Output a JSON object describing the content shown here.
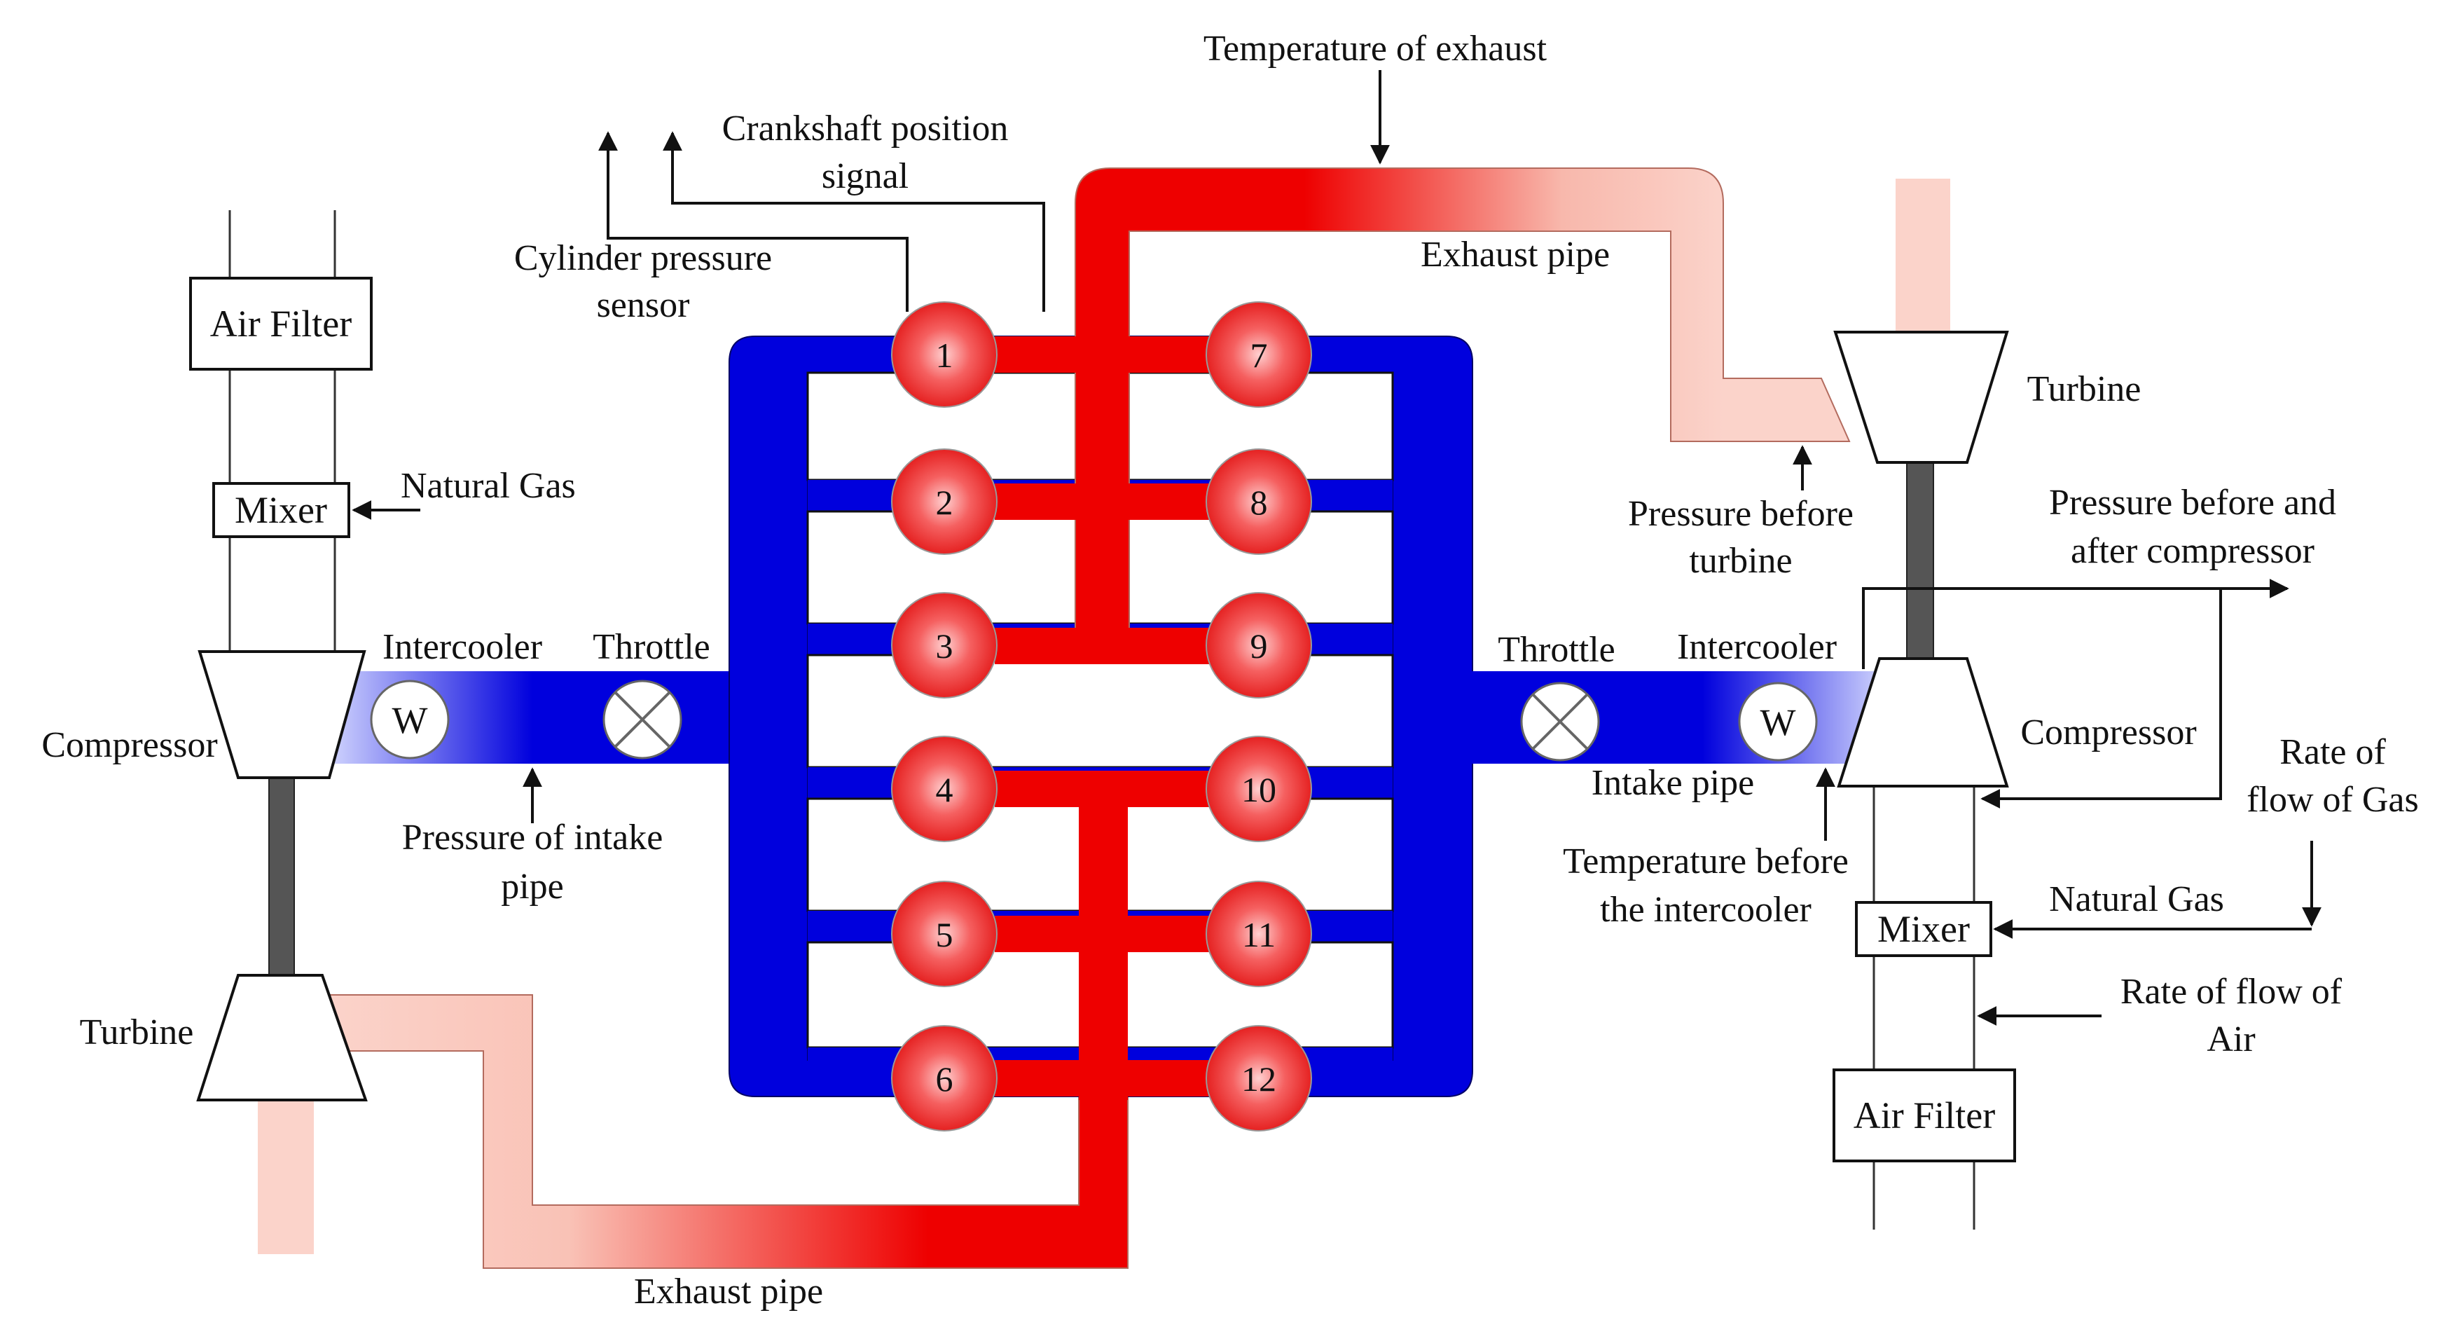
{
  "labels": {
    "temperature_of_exhaust": "Temperature of exhaust",
    "crankshaft_signal_l1": "Crankshaft position",
    "crankshaft_signal_l2": "signal",
    "cylinder_pressure_l1": "Cylinder pressure",
    "cylinder_pressure_l2": "sensor",
    "exhaust_pipe_top": "Exhaust pipe",
    "exhaust_pipe_bottom": "Exhaust pipe",
    "intake_pipe": "Intake pipe",
    "left_air_filter": "Air Filter",
    "left_mixer": "Mixer",
    "left_natural_gas": "Natural Gas",
    "left_intercooler": "Intercooler",
    "left_throttle": "Throttle",
    "left_compressor": "Compressor",
    "left_turbine": "Turbine",
    "pressure_intake_l1": "Pressure of intake",
    "pressure_intake_l2": "pipe",
    "right_turbine": "Turbine",
    "pressure_turbine_l1": "Pressure before",
    "pressure_turbine_l2": "turbine",
    "pressure_compressor_l1": "Pressure before and",
    "pressure_compressor_l2": "after compressor",
    "right_throttle": "Throttle",
    "right_intercooler": "Intercooler",
    "right_compressor": "Compressor",
    "rate_gas_l1": "Rate of",
    "rate_gas_l2": "flow of Gas",
    "temp_intercooler_l1": "Temperature before",
    "temp_intercooler_l2": "the intercooler",
    "right_natural_gas": "Natural Gas",
    "right_mixer": "Mixer",
    "rate_air_l1": "Rate of flow of",
    "rate_air_l2": "Air",
    "right_air_filter": "Air Filter",
    "intercooler_symbol": "W"
  },
  "cylinders": [
    "1",
    "2",
    "3",
    "4",
    "5",
    "6",
    "7",
    "8",
    "9",
    "10",
    "11",
    "12"
  ],
  "colors": {
    "intake": "#0000dd",
    "exhaust": "#ee0000",
    "exhaust_light": "#f9c7bd",
    "shaft": "#555555"
  }
}
